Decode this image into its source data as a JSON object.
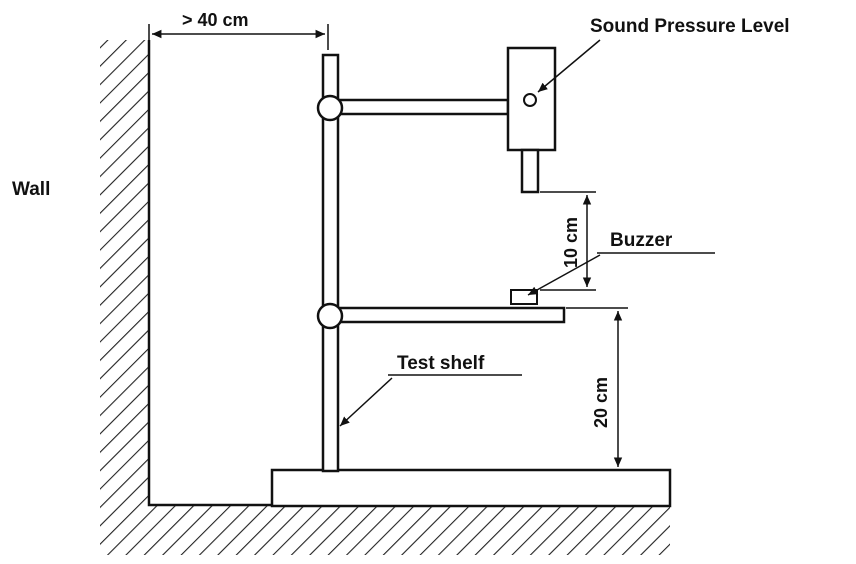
{
  "diagram": {
    "labels": {
      "wall": "Wall",
      "width_dimension": "> 40 cm",
      "sound_pressure_level": "Sound Pressure Level",
      "buzzer": "Buzzer",
      "gap_dimension": "10 cm",
      "test_shelf": "Test shelf",
      "height_dimension": "20 cm"
    }
  }
}
